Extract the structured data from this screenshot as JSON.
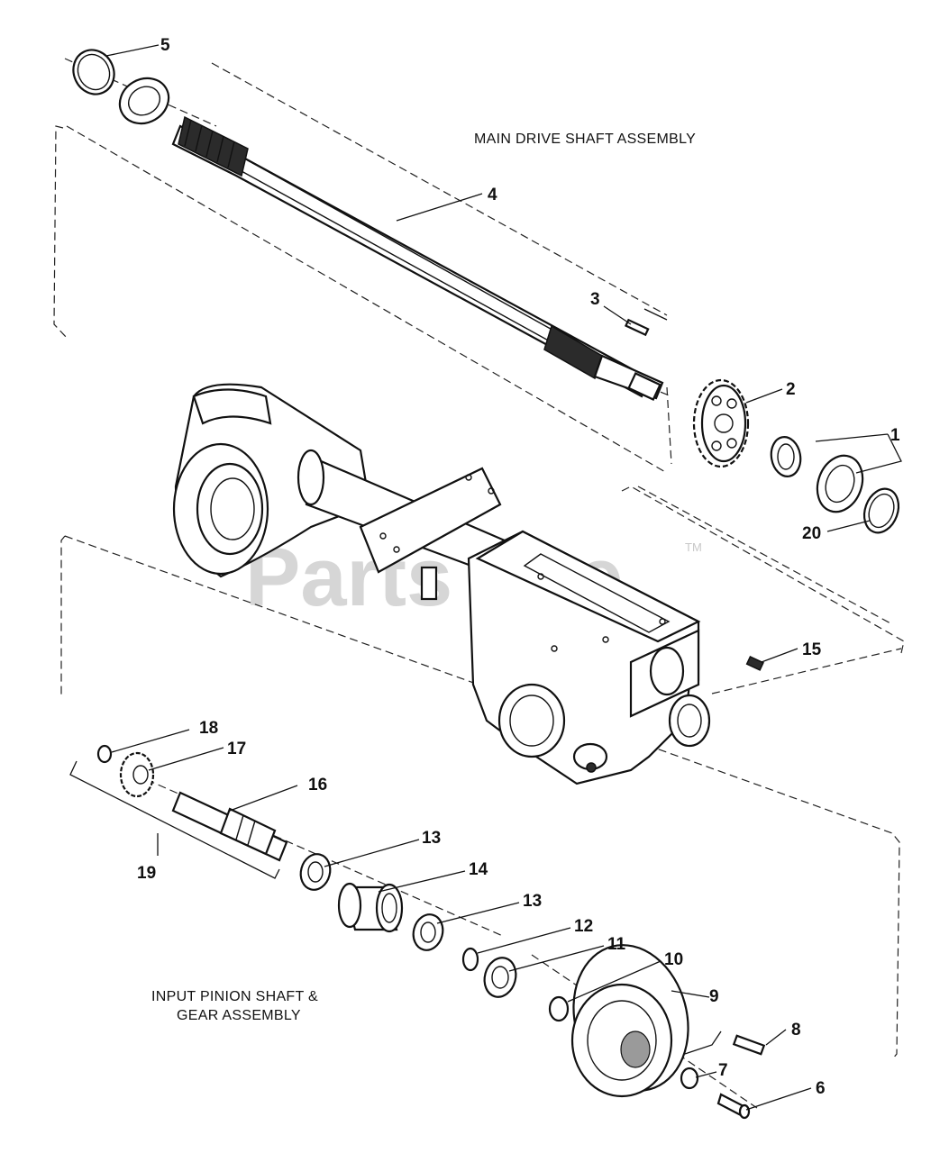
{
  "captions": {
    "main_drive": "MAIN DRIVE SHAFT ASSEMBLY",
    "input_pinion_line1": "INPUT PINION SHAFT &",
    "input_pinion_line2": "GEAR ASSEMBLY"
  },
  "watermark": {
    "text": "PartsTree",
    "trademark": "TM"
  },
  "callouts": {
    "c1": "1",
    "c2": "2",
    "c3": "3",
    "c4": "4",
    "c5": "5",
    "c6": "6",
    "c7": "7",
    "c8": "8",
    "c9": "9",
    "c10": "10",
    "c11": "11",
    "c12": "12",
    "c13a": "13",
    "c13b": "13",
    "c14": "14",
    "c15": "15",
    "c16": "16",
    "c17": "17",
    "c18": "18",
    "c19": "19",
    "c20": "20"
  }
}
